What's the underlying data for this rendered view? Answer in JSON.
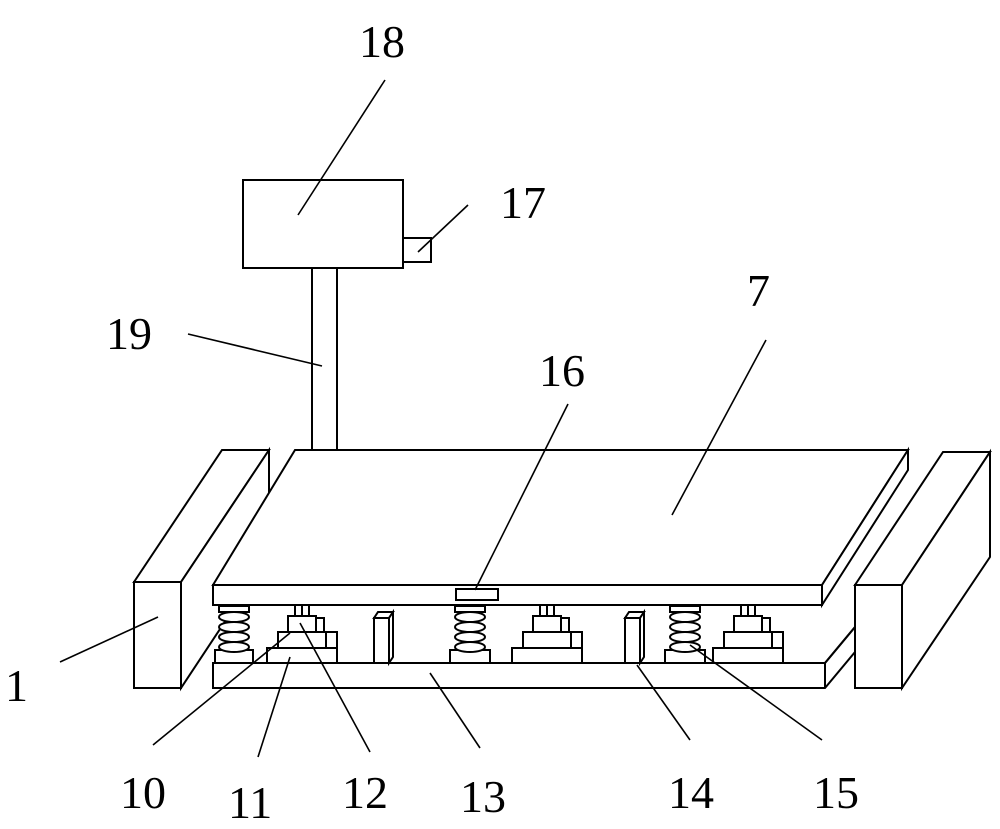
{
  "labels": {
    "l1": "1",
    "l7": "7",
    "l10": "10",
    "l11": "11",
    "l12": "12",
    "l13": "13",
    "l14": "14",
    "l15": "15",
    "l16": "16",
    "l17": "17",
    "l18": "18",
    "l19": "19"
  }
}
